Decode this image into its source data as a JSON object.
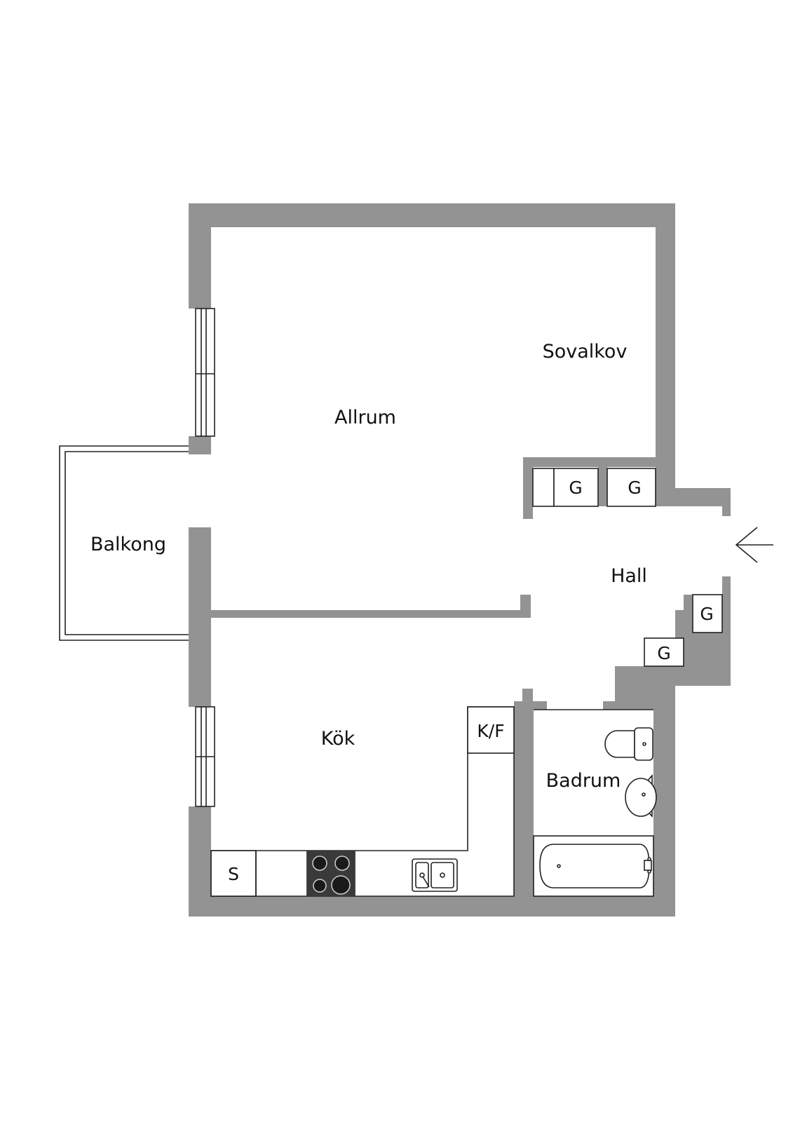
{
  "rooms": {
    "allrum": "Allrum",
    "sovalkov": "Sovalkov",
    "balkong": "Balkong",
    "hall": "Hall",
    "kok": "Kök",
    "badrum": "Badrum"
  },
  "fixtures": {
    "wardrobe_1": "G",
    "wardrobe_2": "G",
    "wardrobe_3": "G",
    "wardrobe_4": "G",
    "fridge_freezer": "K/F",
    "storage": "S"
  },
  "colors": {
    "wall": "#939393",
    "line": "#222222",
    "stove": "#3a3a3a"
  }
}
